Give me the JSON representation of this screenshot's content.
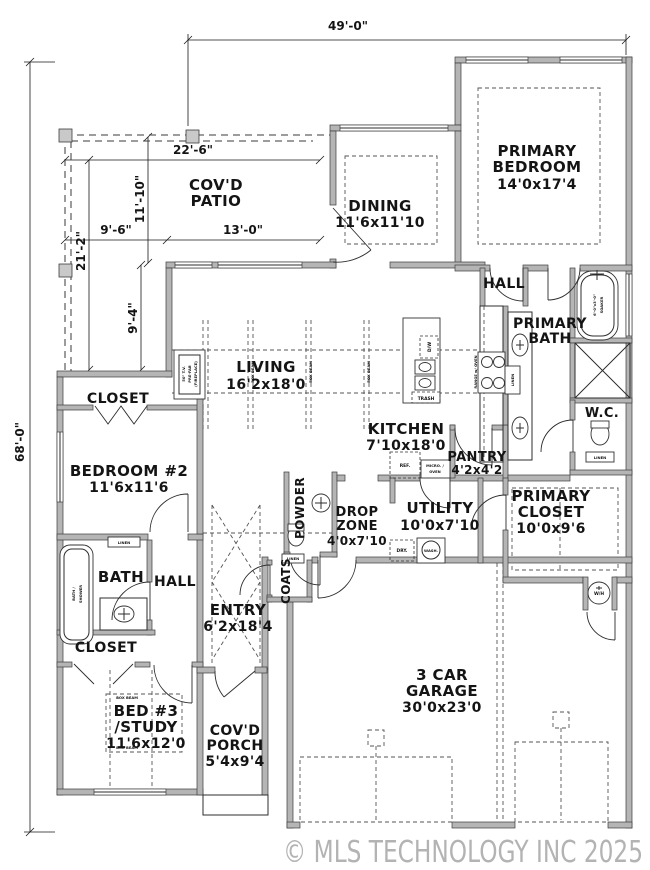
{
  "watermark": "© MLS TECHNOLOGY INC 2025",
  "dimensions": {
    "overall_width": "49'-0\"",
    "overall_depth": "68'-0\"",
    "patio_width": "22'-6\"",
    "patio_depth": "11'-10\"",
    "patio_left_width": "9'-6\"",
    "left_depth": "21'-2\"",
    "living_width": "13'-0\"",
    "lower_left_depth": "9'-4\""
  },
  "rooms": {
    "covd_patio": [
      "COV'D",
      "PATIO"
    ],
    "dining": [
      "DINING",
      "11'6x11'10"
    ],
    "primary_bedroom": [
      "PRIMARY",
      "BEDROOM",
      "14'0x17'4"
    ],
    "hall_upper": [
      "HALL"
    ],
    "primary_bath": [
      "PRIMARY",
      "BATH"
    ],
    "wc": [
      "W.C."
    ],
    "living": [
      "LIVING",
      "16'2x18'0"
    ],
    "kitchen": [
      "KITCHEN",
      "7'10x18'0"
    ],
    "pantry": [
      "PANTRY",
      "4'2x4'2"
    ],
    "primary_closet": [
      "PRIMARY",
      "CLOSET",
      "10'0x9'6"
    ],
    "closet_upper": [
      "CLOSET"
    ],
    "bedroom_2": [
      "BEDROOM #2",
      "11'6x11'6"
    ],
    "bath": [
      "BATH"
    ],
    "hall_lower": [
      "HALL"
    ],
    "entry": [
      "ENTRY",
      "6'2x18'4"
    ],
    "powder": [
      "POWDER"
    ],
    "coats": [
      "COATS"
    ],
    "drop_zone": [
      "DROP",
      "ZONE",
      "4'0x7'10"
    ],
    "utility": [
      "UTILITY",
      "10'0x7'10"
    ],
    "closet_lower": [
      "CLOSET"
    ],
    "bed_3_study": [
      "BED #3",
      "/STUDY",
      "11'6x12'0"
    ],
    "covd_porch": [
      "COV'D",
      "PORCH",
      "5'4x9'4"
    ],
    "garage": [
      "3 CAR",
      "GARAGE",
      "30'0x23'0"
    ]
  },
  "fixtures": {
    "linen": "LINEN",
    "ref": "REF.",
    "micro_1": "MICRO. /",
    "micro_2": "OVEN",
    "trash": "TRASH",
    "dishwasher": "D/W",
    "range": "RANGE w/ OVEN",
    "dryer": "DRY.",
    "washer": "WASH.",
    "water_heater": "W/H",
    "soaker_1": "6'-0\"x3'-0\"",
    "soaker_2": "SOAKER",
    "tub_1": "BATH /",
    "tub_2": "SHOWER",
    "fireplace_1": "50\" T.V.",
    "fireplace_2": "PRE-FAB",
    "fireplace_3": "(FIREPLACE)",
    "beam": "BOX BEAM"
  }
}
